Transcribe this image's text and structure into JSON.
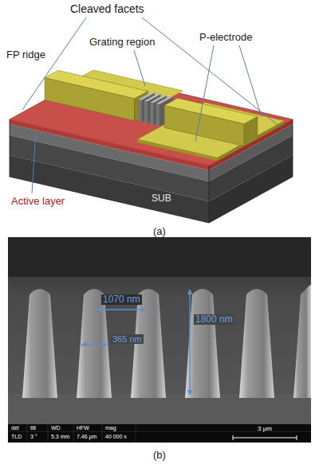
{
  "diagram": {
    "labels": [
      "Cleaved facets",
      "P-electrode",
      "FP ridge",
      "Grating region",
      "Active layer",
      "SUB",
      "(a)",
      "1070 nm",
      "365 nm",
      "1800 nm",
      "det",
      "tilt",
      "WD",
      "HFW",
      "mag",
      "TLD",
      "3 °",
      "5.3 mm",
      "7.46 μm",
      "40 000 x",
      "3 μm",
      "(b)"
    ]
  }
}
